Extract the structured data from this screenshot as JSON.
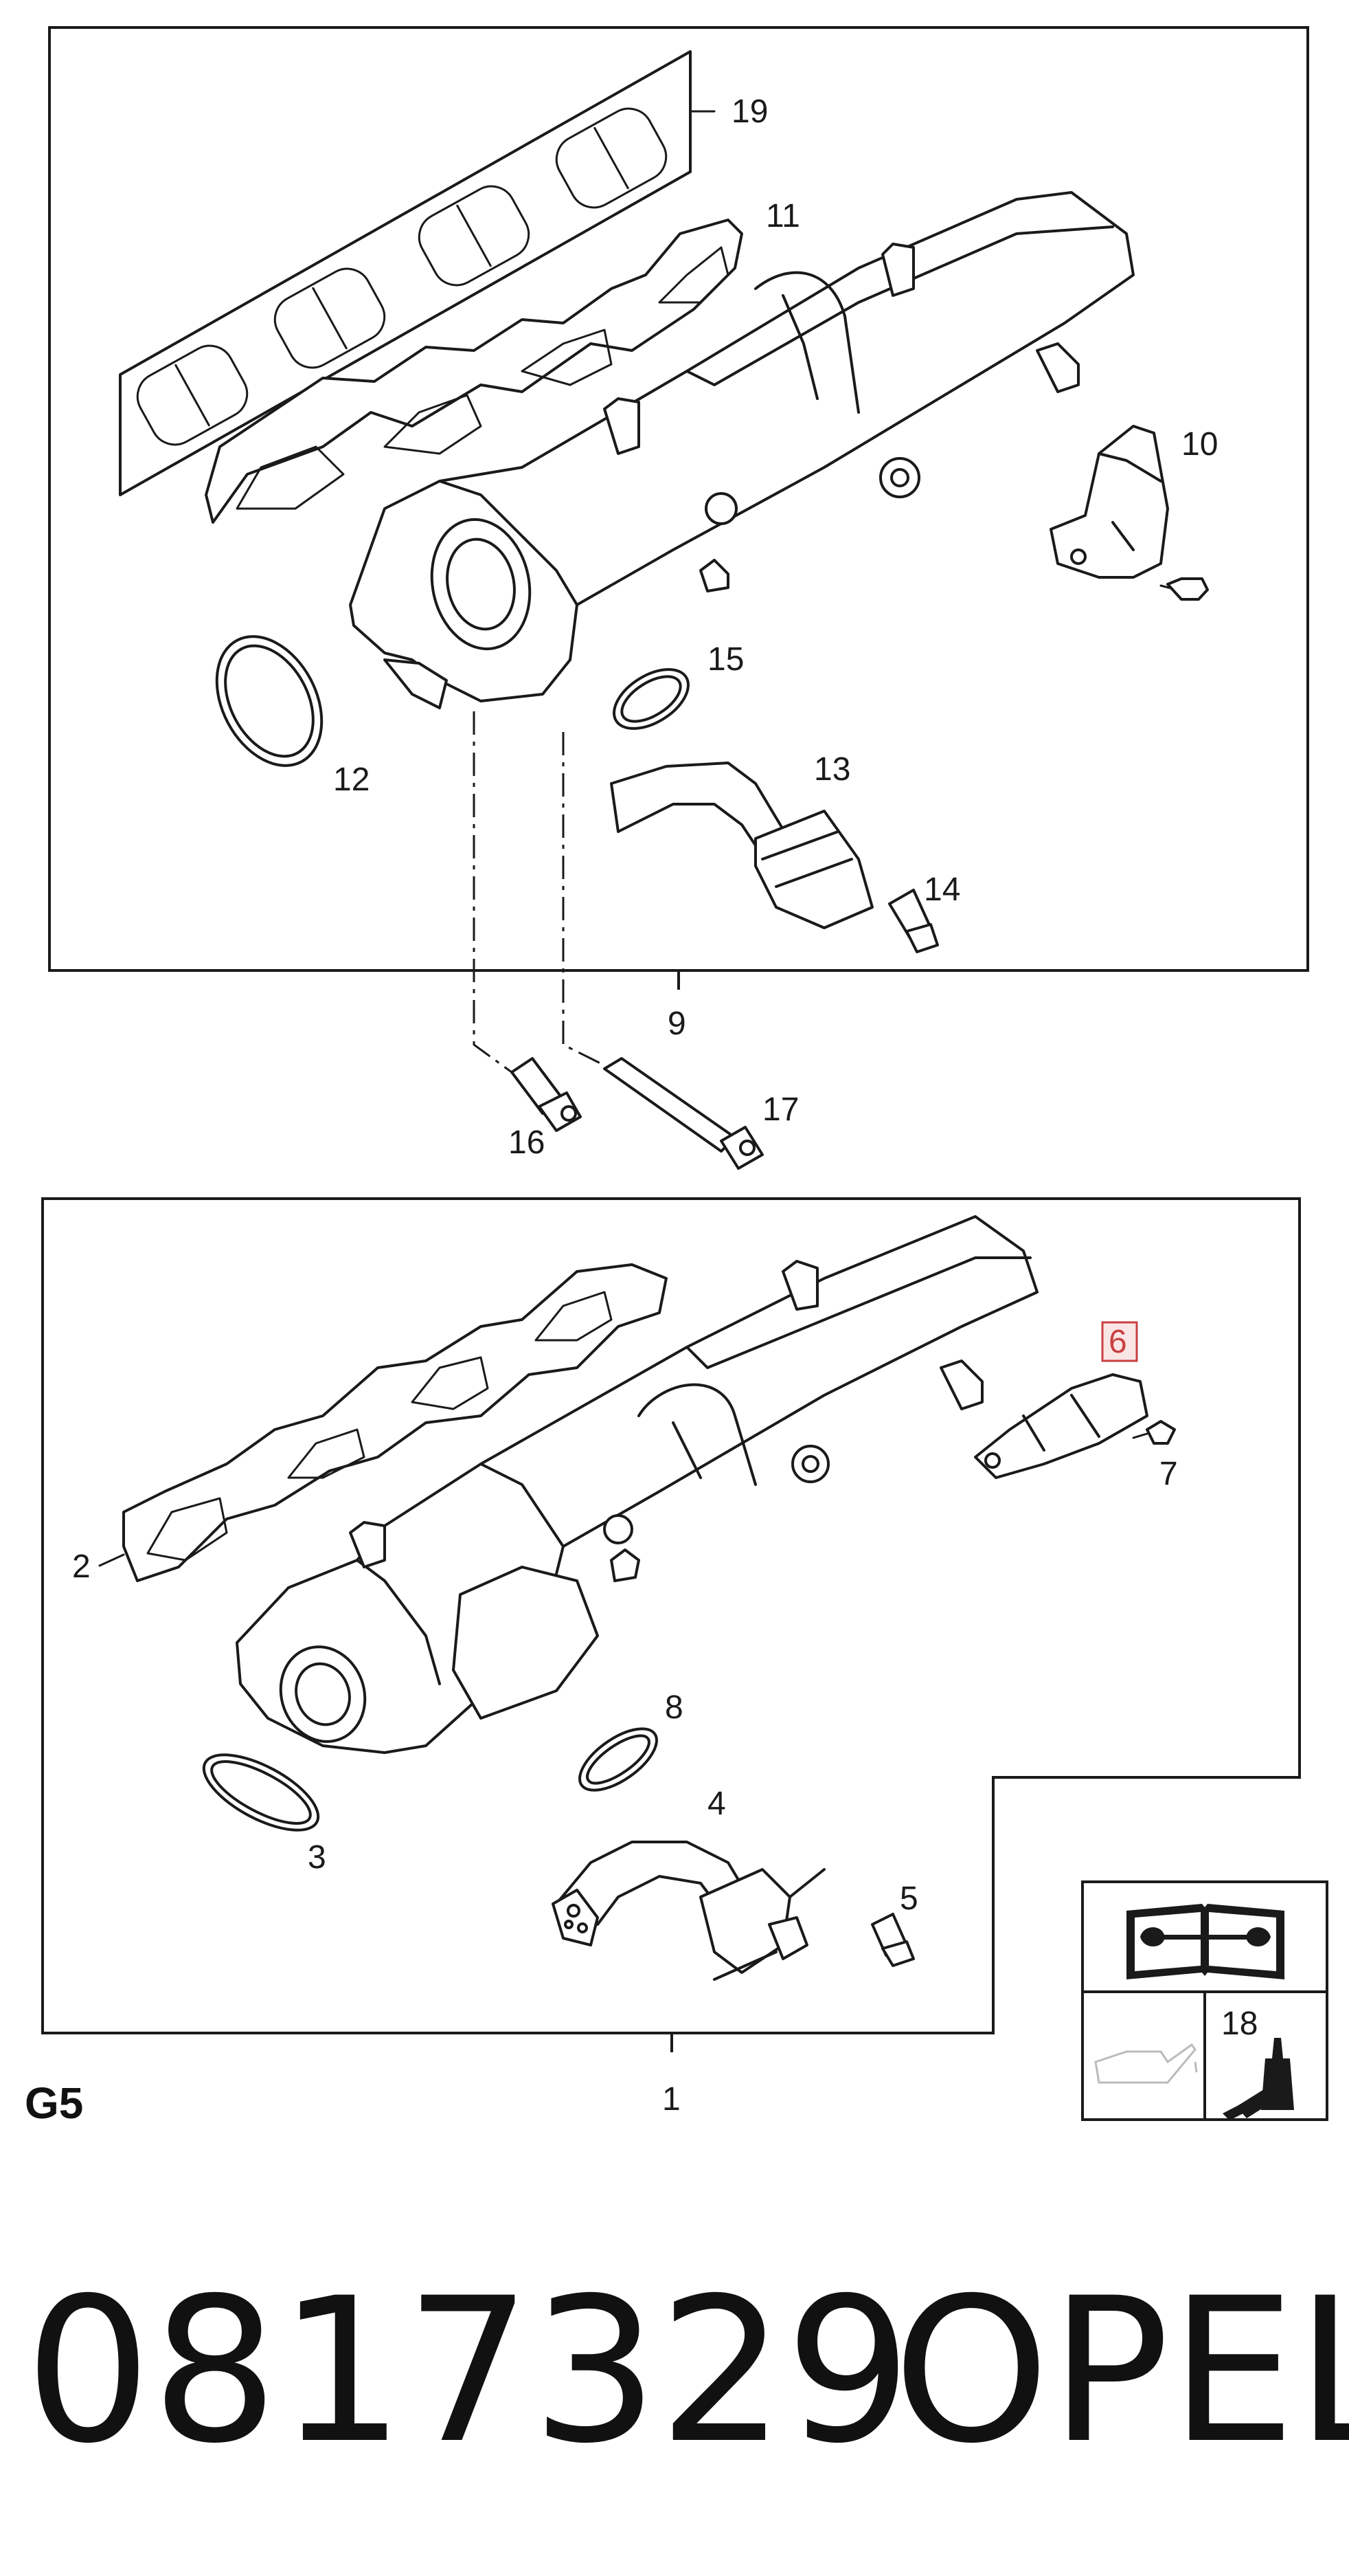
{
  "callouts": {
    "c1": "1",
    "c2": "2",
    "c3": "3",
    "c4": "4",
    "c5": "5",
    "c6": "6",
    "c7": "7",
    "c8": "8",
    "c9": "9",
    "c10": "10",
    "c11": "11",
    "c12": "12",
    "c13": "13",
    "c14": "14",
    "c15": "15",
    "c16": "16",
    "c17": "17",
    "c18": "18",
    "c19": "19"
  },
  "group_code": "G5",
  "part_number": "0817329",
  "brand": "OPEL",
  "highlighted_callout": "6",
  "colors": {
    "line": "#1a1a1a",
    "highlight": "#c94040",
    "highlight_fill": "#fbe6e6",
    "faded": "#bbbbbb"
  },
  "icons": [
    "manual-book-wrench-icon",
    "oil-can-icon",
    "adhesive-bottle-icon"
  ]
}
